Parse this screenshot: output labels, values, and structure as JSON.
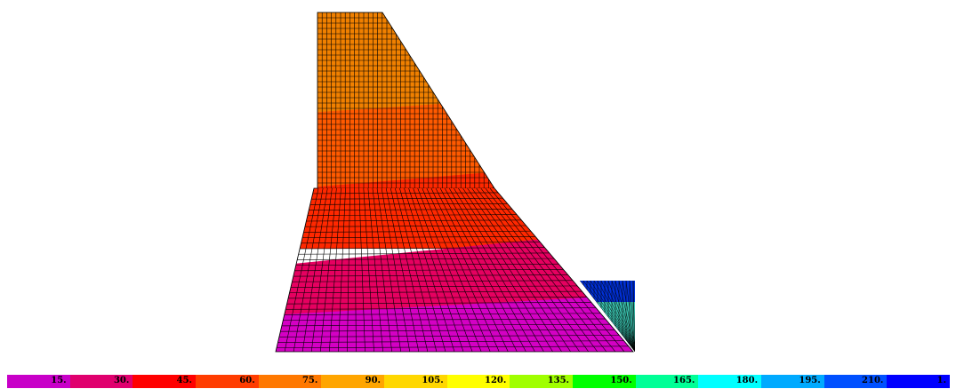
{
  "legend": {
    "segments": [
      {
        "label": "15.",
        "color": "#c800c8"
      },
      {
        "label": "30.",
        "color": "#e0006e"
      },
      {
        "label": "45.",
        "color": "#ff0000"
      },
      {
        "label": "60.",
        "color": "#ff3c00"
      },
      {
        "label": "75.",
        "color": "#ff7800"
      },
      {
        "label": "90.",
        "color": "#ffa500"
      },
      {
        "label": "105.",
        "color": "#ffd700"
      },
      {
        "label": "120.",
        "color": "#ffff00"
      },
      {
        "label": "135.",
        "color": "#a0ff00"
      },
      {
        "label": "150.",
        "color": "#00ff00"
      },
      {
        "label": "165.",
        "color": "#00ff96"
      },
      {
        "label": "180.",
        "color": "#00ffff"
      },
      {
        "label": "195.",
        "color": "#00aaff"
      },
      {
        "label": "210.",
        "color": "#0050ff"
      },
      {
        "label": "1.",
        "color": "#0000ff"
      }
    ]
  },
  "colors": {
    "band_top": "#f08000",
    "band_upper": "#ff5a00",
    "band_mid": "#ff2800",
    "band_lower": "#e60060",
    "band_bottom": "#d400c4",
    "block": "#0030d8",
    "mesh_line": "#000000"
  }
}
